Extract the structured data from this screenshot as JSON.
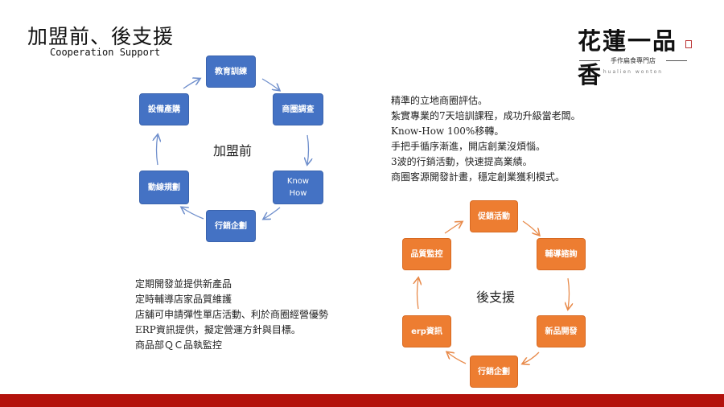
{
  "header": {
    "title": "加盟前、後支援",
    "subtitle": "Cooperation Support"
  },
  "logo": {
    "main": "花蓮一品香",
    "sub": "手作扁食專門店",
    "roman": "hualien wonton"
  },
  "before": {
    "center_label": "加盟前",
    "nodes": [
      "教育訓練",
      "商圈調查",
      "Know",
      "How",
      "行銷企劃",
      "動線規劃",
      "設備產購"
    ]
  },
  "after": {
    "center_label": "後支援",
    "nodes": [
      "促銷活動",
      "輔導諮詢",
      "新品開發",
      "行銷企劃",
      "erp資訊",
      "品質監控"
    ]
  },
  "before_points": [
    "精準的立地商圈評估。",
    "紮實專業的7天培訓課程，成功升級當老闆。",
    "Know-How 100%移轉。",
    "手把手循序漸進，開店創業沒煩惱。",
    "3波的行銷活動，快速提高業績。",
    "商圈客源開發計畫，穩定創業獲利模式。"
  ],
  "after_points": [
    "定期開發並提供新產品",
    "定時輔導店家品質維護",
    "店舖可申請彈性單店活動、利於商圈經營優勢",
    "ERP資訊提供，擬定營運方針與目標。",
    "商品部ＱＣ品執監控"
  ],
  "colors": {
    "blue_node": "#4472c4",
    "orange_node": "#ed7d31",
    "footer_bar": "#b3120c"
  }
}
